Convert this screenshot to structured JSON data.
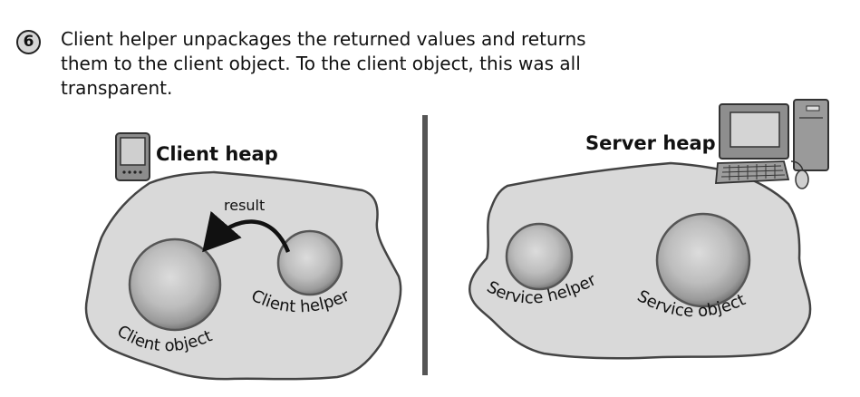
{
  "step": {
    "number": "6",
    "caption_lines": [
      "Client helper unpackages the returned values and returns",
      "them to the client object.  To the client object, this was all",
      "transparent."
    ]
  },
  "client_side": {
    "title": "Client heap",
    "device_icon": "handheld-device-icon",
    "objects": [
      {
        "label": "Client object"
      },
      {
        "label": "Client helper"
      }
    ],
    "arrow_label": "result"
  },
  "server_side": {
    "title": "Server heap",
    "device_icon": "desktop-computer-icon",
    "objects": [
      {
        "label": "Service helper"
      },
      {
        "label": "Service object"
      }
    ]
  },
  "colors": {
    "heap_fill": "#d9d9d9",
    "heap_stroke": "#444444",
    "divider": "#555555",
    "text": "#111111"
  }
}
